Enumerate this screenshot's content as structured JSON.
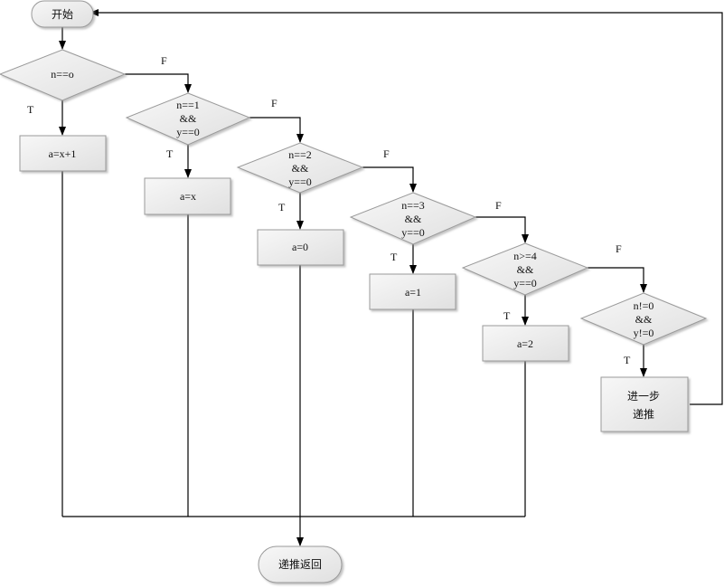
{
  "start": "开始",
  "end": "递推返回",
  "d1": {
    "l1": "n==o"
  },
  "d2": {
    "l1": "n==1",
    "l2": "&&",
    "l3": "y==0"
  },
  "d3": {
    "l1": "n==2",
    "l2": "&&",
    "l3": "y==0"
  },
  "d4": {
    "l1": "n==3",
    "l2": "&&",
    "l3": "y==0"
  },
  "d5": {
    "l1": "n>=4",
    "l2": "&&",
    "l3": "y==0"
  },
  "d6": {
    "l1": "n!=0",
    "l2": "&&",
    "l3": "y!=0"
  },
  "p1": "a=x+1",
  "p2": "a=x",
  "p3": "a=0",
  "p4": "a=1",
  "p5": "a=2",
  "p6": {
    "l1": "进一步",
    "l2": "递推"
  },
  "labels": {
    "t": "T",
    "f": "F"
  }
}
